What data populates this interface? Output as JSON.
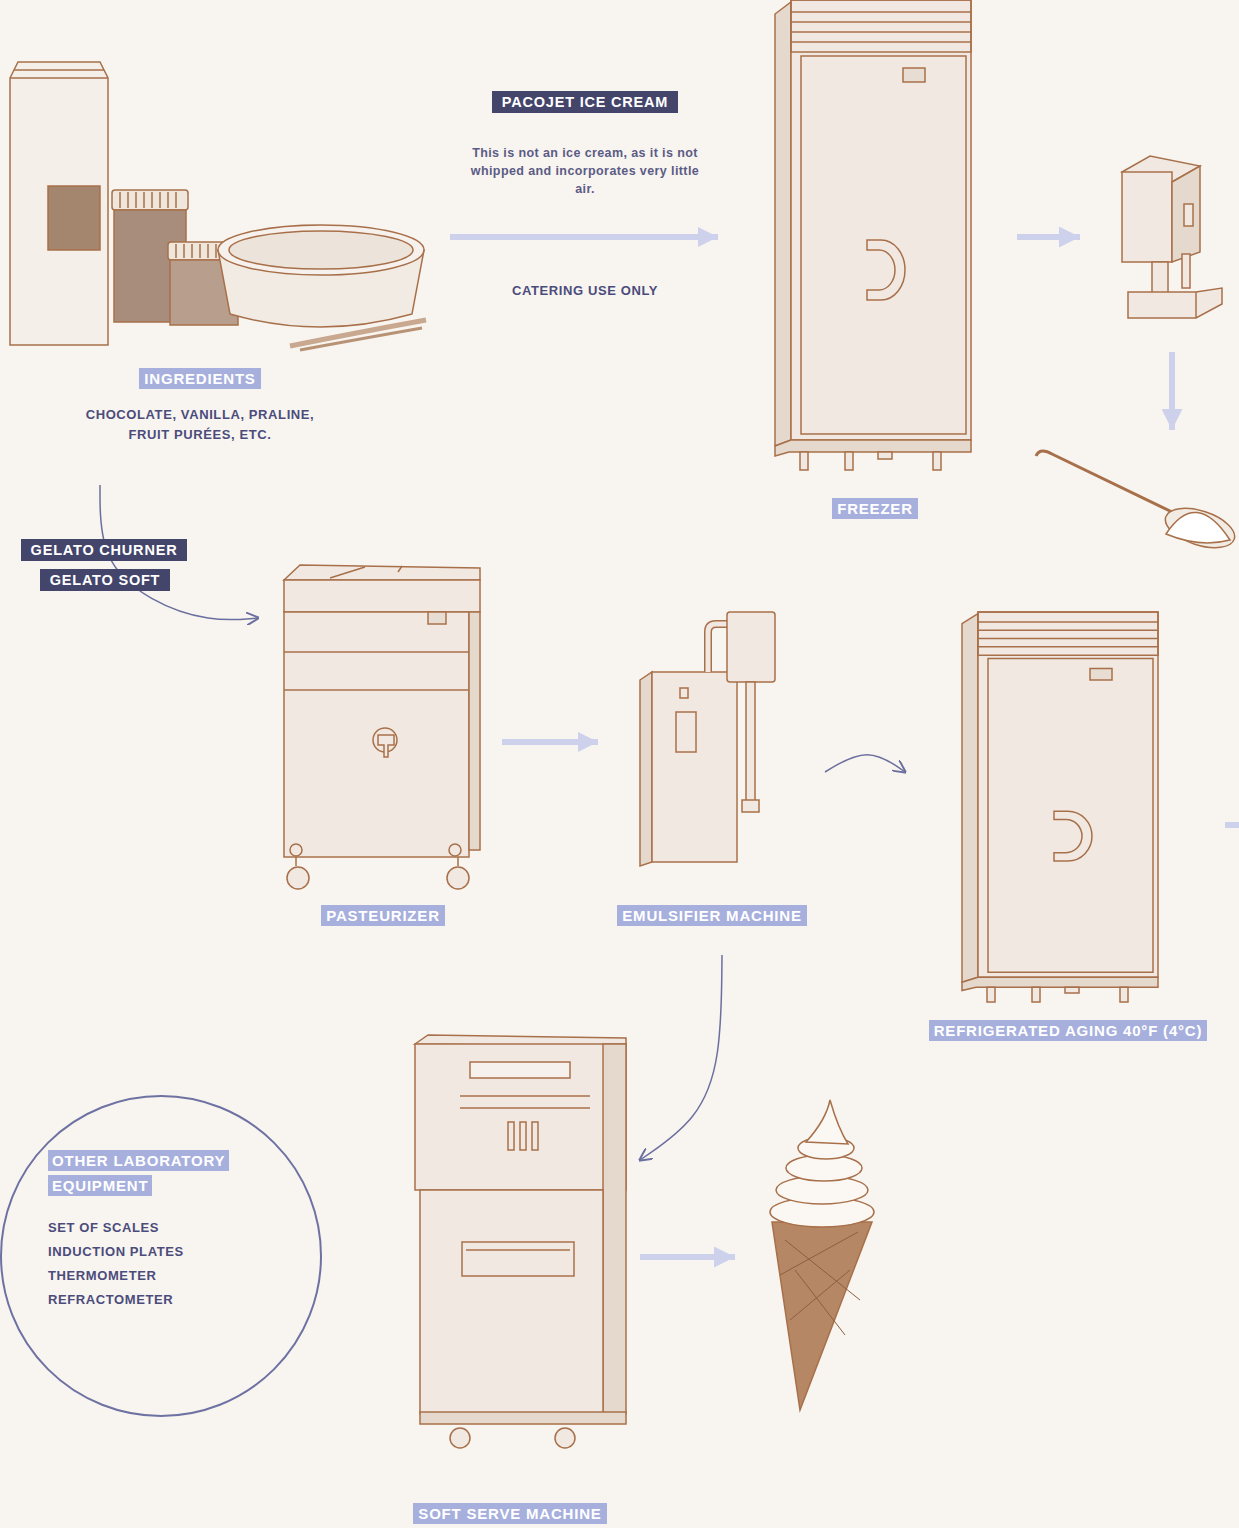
{
  "diagram": {
    "nodes": [
      {
        "text": [
          "INGREDIENTS",
          "CHOCOLATE, VANILLA, PRALINE, FRUIT PURÉES, ETC."
        ]
      },
      {
        "text": [
          "FREEZER"
        ]
      },
      {
        "text": [
          "PASTEURIZER"
        ]
      },
      {
        "text": [
          "EMULSIFIER MACHINE"
        ]
      },
      {
        "text": [
          "REFRIGERATED AGING 40°F (4°C)"
        ]
      },
      {
        "text": [
          "SOFT SERVE MACHINE"
        ]
      },
      {
        "text": [
          "OTHER LABORATORY EQUIPMENT",
          "SET OF SCALES",
          "INDUCTION PLATES",
          "THERMOMETER",
          "REFRACTOMETER"
        ]
      }
    ],
    "edges": [
      {
        "from": 0,
        "to": 1,
        "arrow": "to",
        "label": "PACOJET ICE CREAM"
      },
      {
        "from": 0,
        "to": 2,
        "arrow": "to"
      },
      {
        "from": 2,
        "to": 3,
        "arrow": "to"
      },
      {
        "from": 3,
        "to": 4,
        "arrow": "to"
      },
      {
        "from": 3,
        "to": 5,
        "arrow": "to"
      }
    ],
    "labels": [
      "This is not an ice cream, as it is not whipped and incorporates very little air.",
      "CATERING USE ONLY",
      "GELATO CHURNER",
      "GELATO SOFT"
    ]
  }
}
